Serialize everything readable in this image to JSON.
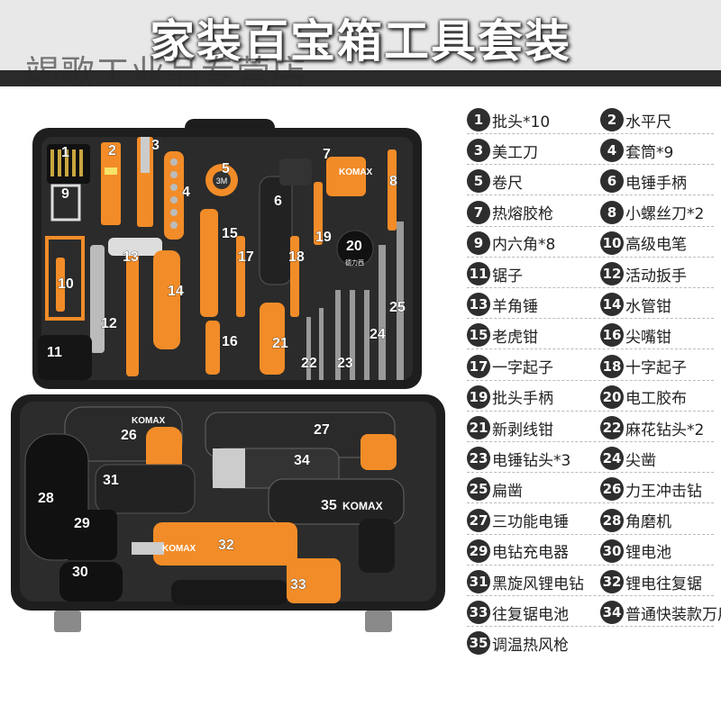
{
  "title": "家装百宝箱工具套装",
  "watermark": "竭歌工业品专营店",
  "brand": "KOMAX",
  "tape_label": "3M",
  "tape_text": "德力西",
  "colors": {
    "header_bg": "#e8e8e8",
    "bar": "#2a2a2a",
    "case": "#1f1f1f",
    "accent": "#f28c28",
    "badge": "#2e2e2e"
  },
  "items": [
    {
      "num": "1",
      "label": "批头*10"
    },
    {
      "num": "2",
      "label": "水平尺"
    },
    {
      "num": "3",
      "label": "美工刀"
    },
    {
      "num": "4",
      "label": "套筒*9"
    },
    {
      "num": "5",
      "label": "卷尺"
    },
    {
      "num": "6",
      "label": "电锤手柄"
    },
    {
      "num": "7",
      "label": "热熔胶枪"
    },
    {
      "num": "8",
      "label": "小螺丝刀*2"
    },
    {
      "num": "9",
      "label": "内六角*8"
    },
    {
      "num": "10",
      "label": "高级电笔"
    },
    {
      "num": "11",
      "label": "锯子"
    },
    {
      "num": "12",
      "label": "活动扳手"
    },
    {
      "num": "13",
      "label": "羊角锤"
    },
    {
      "num": "14",
      "label": "水管钳"
    },
    {
      "num": "15",
      "label": "老虎钳"
    },
    {
      "num": "16",
      "label": "尖嘴钳"
    },
    {
      "num": "17",
      "label": "一字起子"
    },
    {
      "num": "18",
      "label": "十字起子"
    },
    {
      "num": "19",
      "label": "批头手柄"
    },
    {
      "num": "20",
      "label": "电工胶布"
    },
    {
      "num": "21",
      "label": "新剥线钳"
    },
    {
      "num": "22",
      "label": "麻花钻头*2"
    },
    {
      "num": "23",
      "label": "电锤钻头*3"
    },
    {
      "num": "24",
      "label": "尖凿"
    },
    {
      "num": "25",
      "label": "扁凿"
    },
    {
      "num": "26",
      "label": "力王冲击钻"
    },
    {
      "num": "27",
      "label": "三功能电锤"
    },
    {
      "num": "28",
      "label": "角磨机"
    },
    {
      "num": "29",
      "label": "电钻充电器"
    },
    {
      "num": "30",
      "label": "锂电池"
    },
    {
      "num": "31",
      "label": "黑旋风锂电钻"
    },
    {
      "num": "32",
      "label": "锂电往复锯"
    },
    {
      "num": "33",
      "label": "往复锯电池"
    },
    {
      "num": "34",
      "label": "普通快装款万用宝"
    },
    {
      "num": "35",
      "label": "调温热风枪"
    }
  ]
}
